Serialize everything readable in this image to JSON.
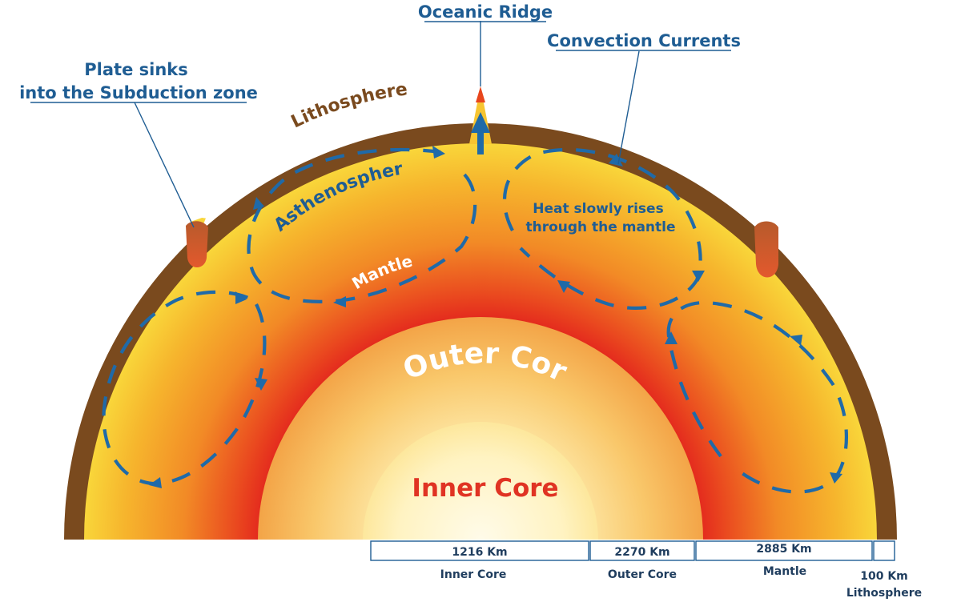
{
  "callouts": {
    "oceanic_ridge": "Oceanic Ridge",
    "convection_currents": "Convection Currents",
    "plate_sinks_line1": "Plate sinks",
    "plate_sinks_line2": "into the Subduction zone"
  },
  "layers": {
    "lithosphere": "Lithosphere",
    "asthenosphere": "Asthenospher",
    "mantle": "Mantle",
    "outer_core": "Outer Core",
    "inner_core": "Inner Core",
    "heat_line1": "Heat slowly rises",
    "heat_line2": "through the mantle"
  },
  "scale": [
    {
      "value": "1216 Km",
      "label": "Inner Core"
    },
    {
      "value": "2270 Km",
      "label": "Outer Core"
    },
    {
      "value": "2885 Km",
      "label": "Mantle"
    },
    {
      "value": "100 Km",
      "label": "Lithosphere"
    }
  ],
  "colors": {
    "crust": "#7a4a1e",
    "mantle_outer": "#f7c531",
    "mantle_inner": "#e3261d",
    "outer_core": "#f6b955",
    "inner_core": "#fff6cf",
    "arrows": "#1f6aa8",
    "labels": "#1f5d93",
    "inner_core_label": "#e03323",
    "lithosphere_label": "#7a4a1e"
  }
}
